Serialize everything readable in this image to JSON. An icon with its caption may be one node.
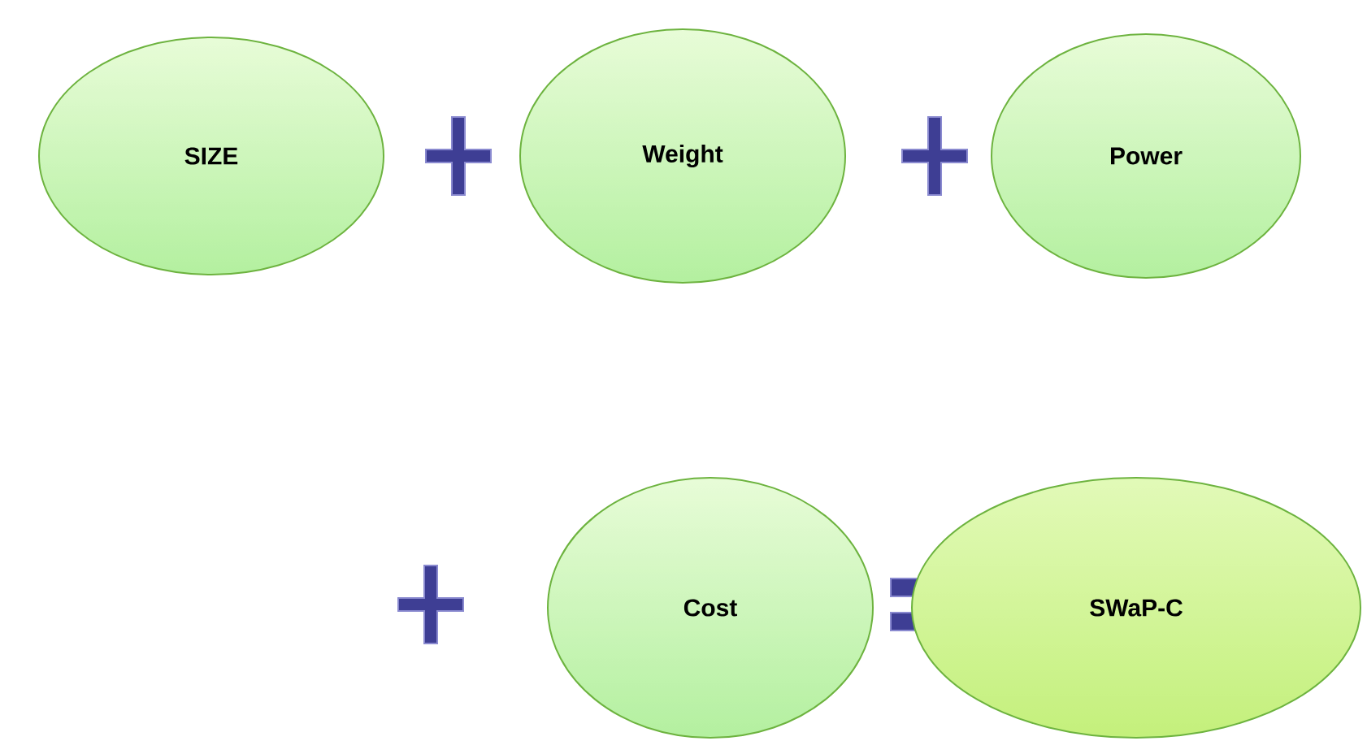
{
  "diagram": {
    "nodes": [
      {
        "text": [
          "SIZE"
        ]
      },
      {
        "text": [
          "Weight"
        ]
      },
      {
        "text": [
          "Power"
        ]
      },
      {
        "text": [
          "Cost"
        ]
      },
      {
        "text": [
          "SWaP-C"
        ]
      }
    ]
  }
}
